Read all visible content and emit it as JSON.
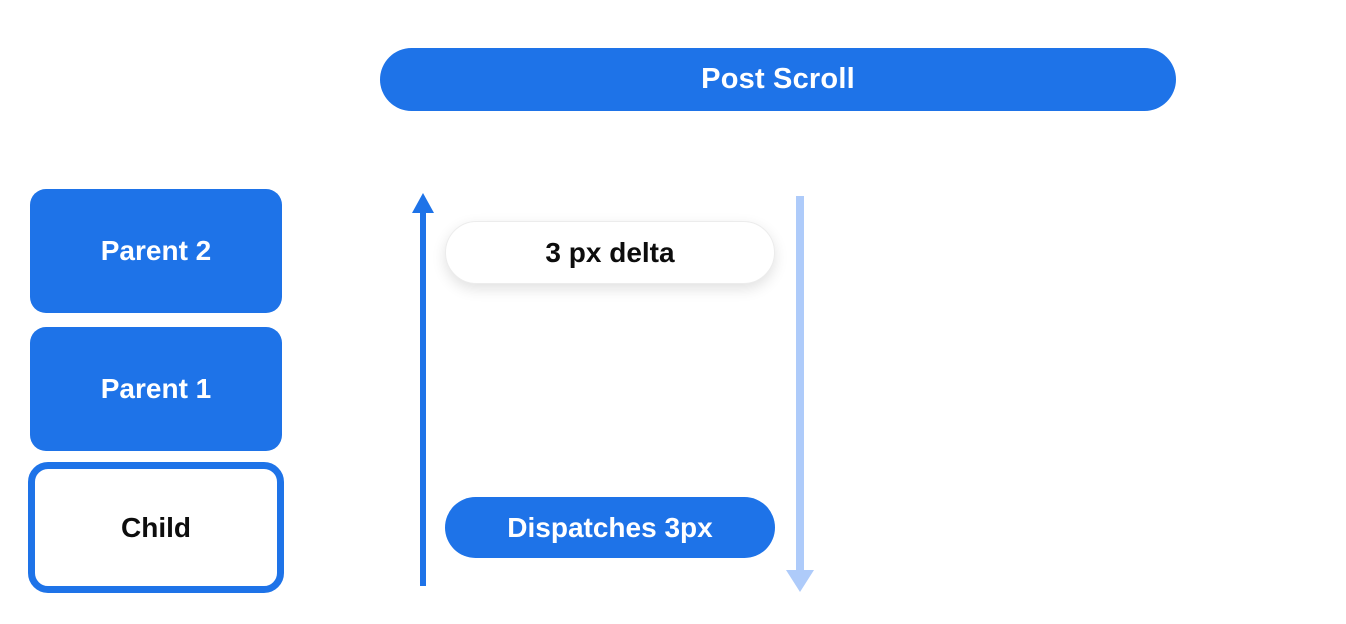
{
  "colors": {
    "primary_blue": "#1E73E8",
    "light_blue": "#AECBFA",
    "pill_white": "#FFFFFF",
    "text_dark": "#0D0D0D",
    "background": "#FFFFFF"
  },
  "header": {
    "label": "Post Scroll"
  },
  "hierarchy": {
    "items": [
      {
        "label": "Parent 2",
        "variant": "filled"
      },
      {
        "label": "Parent 1",
        "variant": "filled"
      },
      {
        "label": "Child",
        "variant": "outlined"
      }
    ]
  },
  "flow": {
    "delta_label": "3 px delta",
    "dispatch_label": "Dispatches 3px",
    "icons": {
      "up_arrow": "arrow-up-icon",
      "down_arrow": "arrow-down-icon"
    }
  }
}
